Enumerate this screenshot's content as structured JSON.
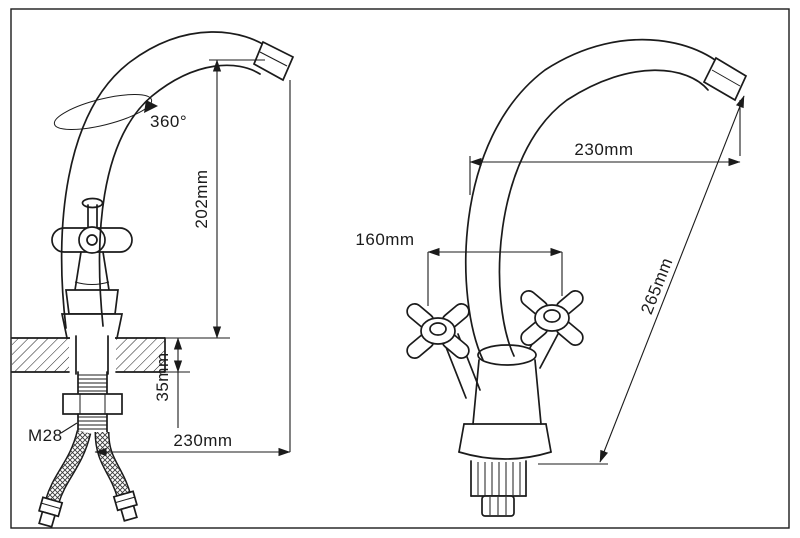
{
  "meta": {
    "line_color": "#1b1b1b",
    "background_color": "#ffffff",
    "drawing_type": "faucet installation dimension drawing, two views"
  },
  "left_view": {
    "labels": {
      "swivel_angle": "360°",
      "spout_height": "202mm",
      "deck_thickness": "35mm",
      "thread_size": "M28",
      "spout_reach": "230mm"
    }
  },
  "right_view": {
    "labels": {
      "spout_reach": "230mm",
      "handle_span": "160mm",
      "overall_height": "265mm"
    }
  }
}
